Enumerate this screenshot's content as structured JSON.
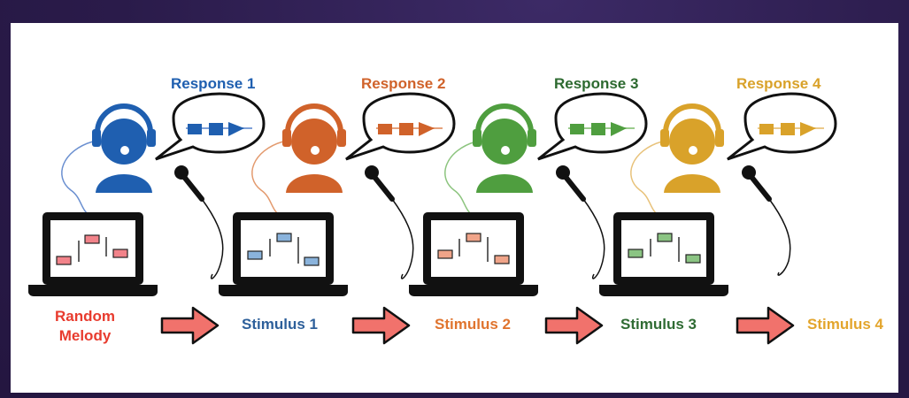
{
  "colors": {
    "blue": "#1f5fb0",
    "orange": "#d0622a",
    "green": "#4f9e3f",
    "gold": "#d9a22a",
    "red": "#e83b2e",
    "darkBlue": "#2d5f9a",
    "darkGreen": "#2f6b33",
    "arrowFill": "#f1726c"
  },
  "responses": [
    {
      "label": "Response 1",
      "color": "#1f5fb0"
    },
    {
      "label": "Response 2",
      "color": "#d0622a"
    },
    {
      "label": "Response 3",
      "color": "#2d6a30"
    },
    {
      "label": "Response 4",
      "color": "#d9a22a"
    }
  ],
  "stimuli": [
    {
      "line1": "Random",
      "line2": "Melody",
      "color": "#e83b2e"
    },
    {
      "label": "Stimulus 1",
      "color": "#2d5f9a"
    },
    {
      "label": "Stimulus 2",
      "color": "#e0742e"
    },
    {
      "label": "Stimulus 3",
      "color": "#2f6b33"
    },
    {
      "label": "Stimulus 4",
      "color": "#e3a52c"
    }
  ],
  "icons": [
    "person-headset-icon",
    "speech-bubble-icon",
    "microphone-icon",
    "laptop-icon",
    "arrow-right-icon"
  ]
}
